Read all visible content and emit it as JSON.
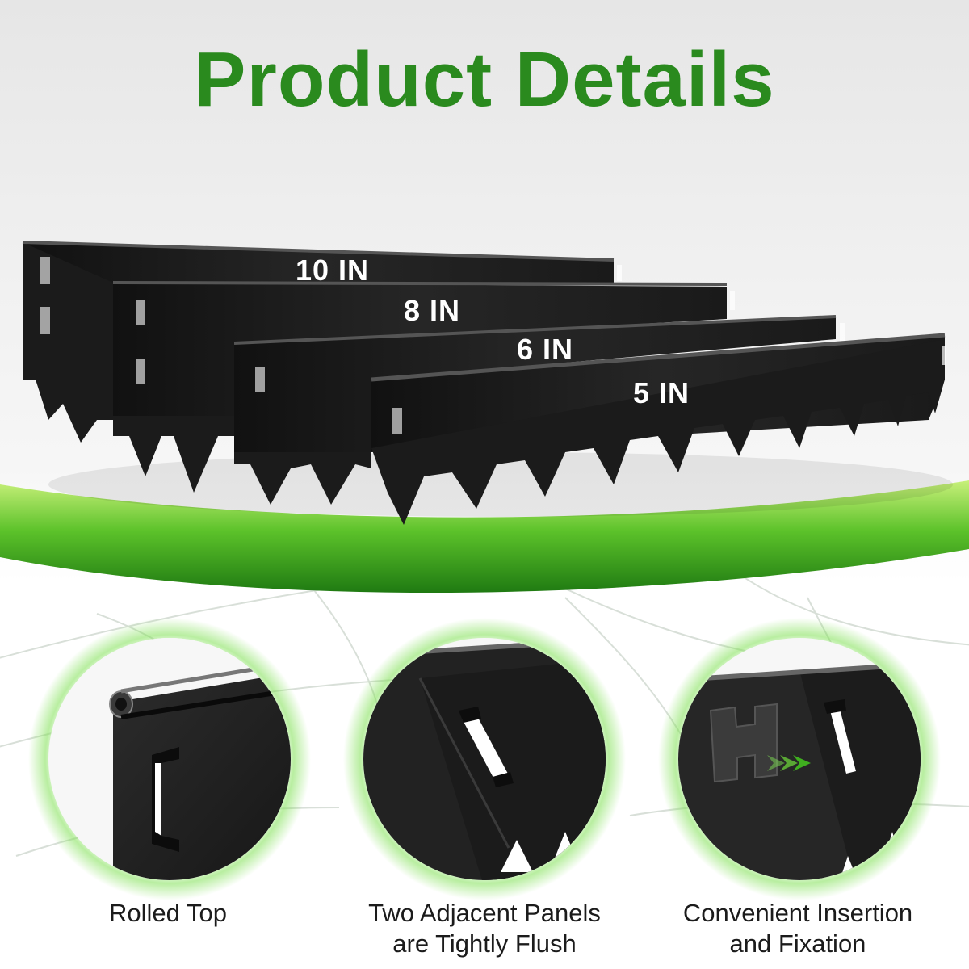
{
  "title": "Product Details",
  "colors": {
    "title_green": "#2a8a1e",
    "accent_green": "#6bd13a",
    "panel_black": "#1e1e1e"
  },
  "panels": [
    {
      "label": "10 IN"
    },
    {
      "label": "8 IN"
    },
    {
      "label": "6 IN"
    },
    {
      "label": "5 IN"
    }
  ],
  "details": [
    {
      "caption_line1": "Rolled Top",
      "caption_line2": ""
    },
    {
      "caption_line1": "Two Adjacent Panels",
      "caption_line2": "are Tightly Flush"
    },
    {
      "caption_line1": "Convenient Insertion",
      "caption_line2": "and Fixation"
    }
  ]
}
